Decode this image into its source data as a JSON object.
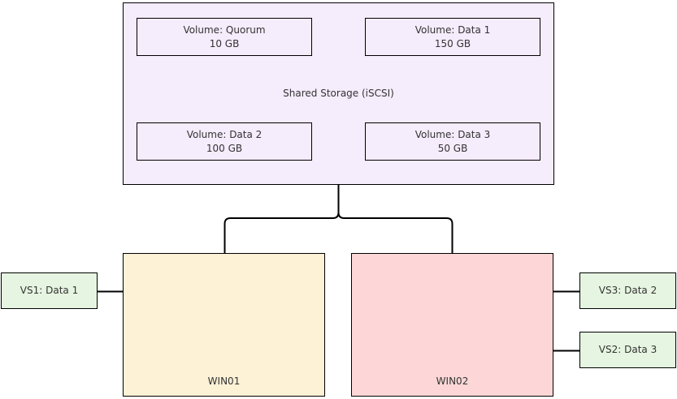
{
  "shared_storage": {
    "title": "Shared Storage (iSCSI)",
    "volumes": [
      {
        "name": "Volume: Quorum",
        "size": "10 GB"
      },
      {
        "name": "Volume: Data 1",
        "size": "150 GB"
      },
      {
        "name": "Volume: Data 2",
        "size": "100 GB"
      },
      {
        "name": "Volume: Data 3",
        "size": "50 GB"
      }
    ]
  },
  "servers": [
    {
      "name": "WIN01",
      "color": "#fdf1d6"
    },
    {
      "name": "WIN02",
      "color": "#fdd7d7"
    }
  ],
  "virtual_servers": [
    {
      "label": "VS1: Data 1"
    },
    {
      "label": "VS3: Data 2"
    },
    {
      "label": "VS2: Data 3"
    }
  ],
  "colors": {
    "storage_fill": "#f5ecfc",
    "vs_fill": "#e6f5e1"
  }
}
